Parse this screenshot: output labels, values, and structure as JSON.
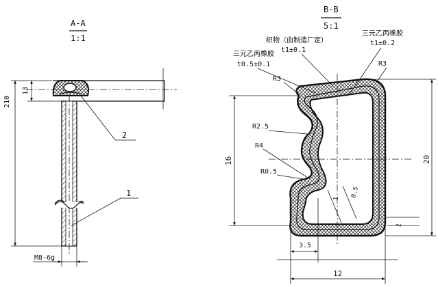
{
  "view_aa": {
    "title": "A-A",
    "scale": "1:1",
    "dim_total_height": "210",
    "dim_strip_height": "13",
    "balloon_1": "1",
    "balloon_2": "2",
    "thread_label": "M8-6g"
  },
  "view_bb": {
    "title": "B-B",
    "scale": "5:1",
    "fabric_note_1": "织物（由制造厂定）",
    "fabric_note_2": "t1±0.1",
    "epdm_note_left_1": "三元乙丙橡胶",
    "epdm_note_left_2": "t0.5±0.1",
    "epdm_note_right_1": "三元乙丙橡胶",
    "epdm_note_right_2": "t1±0.2",
    "radius_r3_left": "R3",
    "radius_r3_right": "R3",
    "radius_r2_5": "R2.5",
    "radius_r4": "R4",
    "radius_r0_5": "R0.5",
    "dim_height_left": "16",
    "dim_height_right": "20",
    "dim_wall_1": "1",
    "dim_wall_0_5": "0.5",
    "dim_bottom_1": "1",
    "dim_3_5": "3.5",
    "dim_width_12": "12"
  },
  "colors": {
    "line": "#111111",
    "hatch": "#222222",
    "background": "#ffffff"
  }
}
